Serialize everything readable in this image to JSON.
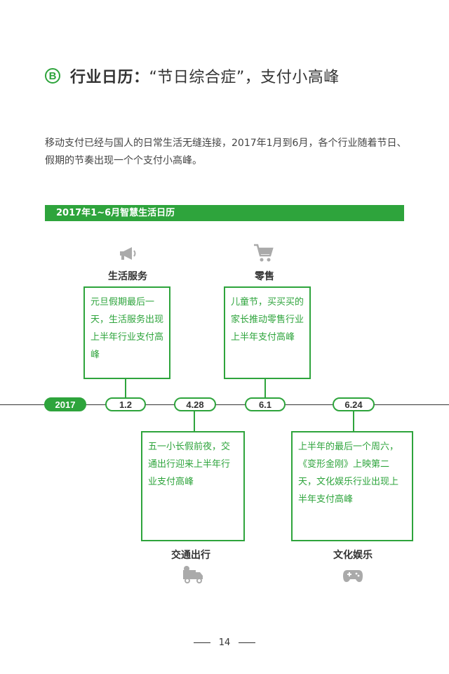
{
  "header": {
    "badge": "B",
    "title_bold": "行业日历：",
    "title_rest": "“节日综合症”，支付小高峰"
  },
  "intro": "移动支付已经与国人的日常生活无缝连接，2017年1月到6月，各个行业随着节日、假期的节奏出现一个个支付小高峰。",
  "calendar": {
    "bar_title": "2017年1~6月智慧生活日历",
    "year": "2017",
    "dates": [
      "1.2",
      "4.28",
      "6.1",
      "6.24"
    ],
    "events": [
      {
        "category": "生活服务",
        "icon": "megaphone-icon",
        "text": "元旦假期最后一天，生活服务出现上半年行业支付高峰"
      },
      {
        "category": "交通出行",
        "icon": "delivery-truck-icon",
        "text": "五一小长假前夜，交通出行迎来上半年行业支付高峰"
      },
      {
        "category": "零售",
        "icon": "shopping-cart-icon",
        "text": "儿童节，买买买的家长推动零售行业上半年支付高峰"
      },
      {
        "category": "文化娱乐",
        "icon": "gamepad-icon",
        "text": "上半年的最后一个周六，《变形金刚》上映第二天，文化娱乐行业出现上半年支付高峰"
      }
    ]
  },
  "footer": {
    "page_number": "14"
  },
  "colors": {
    "accent": "#2ea43c",
    "text": "#333333",
    "icon": "#aaaaaa"
  }
}
